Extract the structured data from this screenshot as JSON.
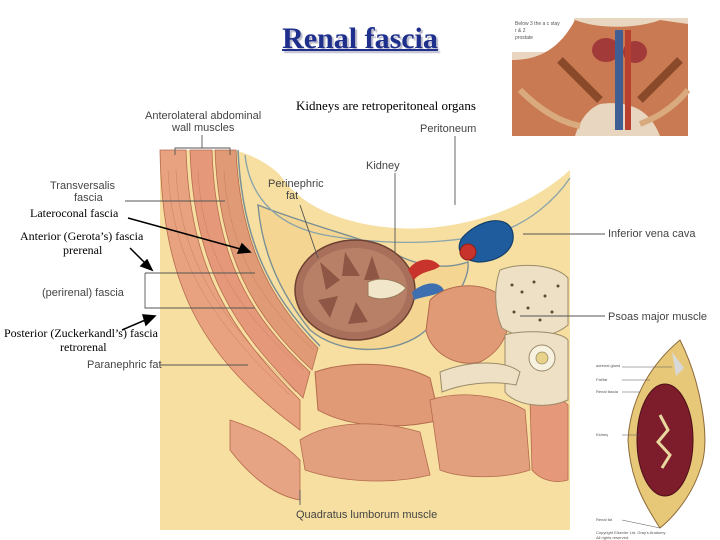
{
  "title": "Renal fascia",
  "subtitle": "Kidneys are retroperitoneal organs",
  "labels": {
    "anterolateral_1": "Anterolateral abdominal",
    "anterolateral_2": "wall muscles",
    "peritoneum": "Peritoneum",
    "kidney": "Kidney",
    "transversalis_1": "Transversalis",
    "transversalis_2": "fascia",
    "perinephric_1": "Perinephric",
    "perinephric_2": "fat",
    "perirenal": "(perirenal) fascia",
    "ivc": "Inferior vena cava",
    "psoas": "Psoas major muscle",
    "paranephric": "Paranephric fat",
    "quadratus": "Quadratus lumborum muscle"
  },
  "annotations": {
    "lateroconal": "Lateroconal  fascia",
    "anterior_1": "Anterior (Gerota’s) fascia",
    "anterior_2": "prerenal",
    "posterior_1": "Posterior (Zuckerkandl’s) fascia",
    "posterior_2": "retrorenal"
  },
  "inset_top_text": {
    "line1": "Below 3 the a c stay",
    "line2": "r & 2",
    "line3": "prostate"
  },
  "inset_side_labels": {
    "adrenal": "adrenal gland",
    "fat": "Fat/fat",
    "renal_fascia": "Renal fascia",
    "kidney": "Kidney",
    "renal_fat": "Renal fat",
    "copyright_1": "Copyright Elsevier Ltd. Gray's Anatomy",
    "copyright_2": "All rights reserved."
  },
  "colors": {
    "title": "#1f2f8c",
    "muscle": "#e09a76",
    "fat": "#f3d48a",
    "kidney": "#a8705a",
    "ivc": "#1f5c9e",
    "artery": "#c8342c",
    "bone": "#ede0c4",
    "arrow": "#000000"
  }
}
